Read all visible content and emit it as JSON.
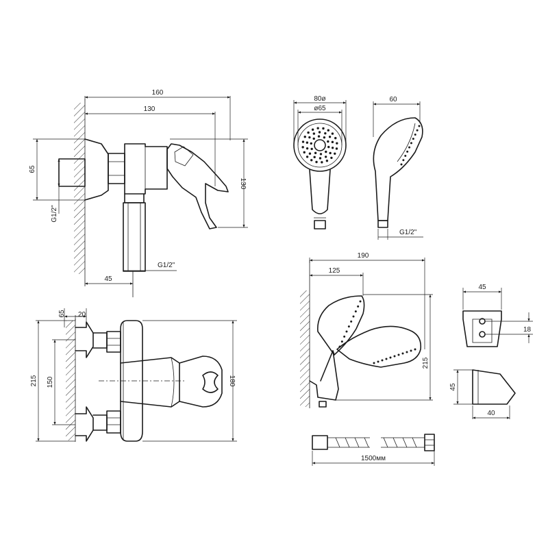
{
  "side_view": {
    "w160": "160",
    "w130": "130",
    "h65": "65",
    "h130": "130",
    "thread_left": "G1/2\"",
    "thread_bottom": "G1/2\"",
    "w45": "45"
  },
  "head_front": {
    "d80": "80ø",
    "d65": "ø65"
  },
  "head_side": {
    "w60": "60",
    "thread": "G1/2\""
  },
  "front_view": {
    "d65": "65",
    "d20": "20",
    "h215": "215",
    "h150": "150",
    "h180": "180"
  },
  "holder_view": {
    "w190": "190",
    "w125": "125",
    "h215": "215"
  },
  "bracket": {
    "w45": "45",
    "h18": "18",
    "h45": "45",
    "w40": "40"
  },
  "hose": {
    "length": "1500мм"
  }
}
